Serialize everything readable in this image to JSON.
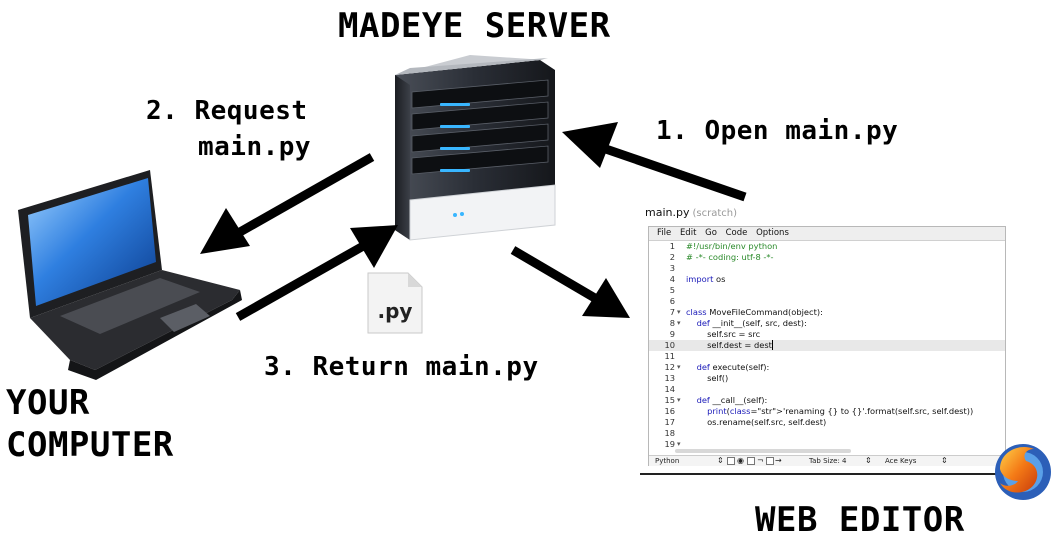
{
  "server": {
    "title": "MADEYE SERVER"
  },
  "arrows": {
    "request_line1": "2. Request",
    "request_line2": "main.py",
    "open": "1. Open main.py",
    "return": "3. Return main.py"
  },
  "file_icon": {
    "label": ".py"
  },
  "computer": {
    "line1": "YOUR",
    "line2": "COMPUTER"
  },
  "editor": {
    "caption": "WEB EDITOR",
    "filename": "main.py",
    "mode": "(scratch)",
    "menu": [
      "File",
      "Edit",
      "Go",
      "Code",
      "Options"
    ],
    "lines": [
      {
        "n": "1",
        "text": "#!/usr/bin/env python"
      },
      {
        "n": "2",
        "text": "# -*- coding: utf-8 -*-"
      },
      {
        "n": "3",
        "text": ""
      },
      {
        "n": "4",
        "text": "import os"
      },
      {
        "n": "5",
        "text": ""
      },
      {
        "n": "6",
        "text": ""
      },
      {
        "n": "7",
        "text": "class MoveFileCommand(object):",
        "fold": true
      },
      {
        "n": "8",
        "text": "    def __init__(self, src, dest):",
        "fold": true
      },
      {
        "n": "9",
        "text": "        self.src = src"
      },
      {
        "n": "10",
        "text": "        self.dest = dest",
        "active": true
      },
      {
        "n": "11",
        "text": ""
      },
      {
        "n": "12",
        "text": "    def execute(self):",
        "fold": true
      },
      {
        "n": "13",
        "text": "        self()"
      },
      {
        "n": "14",
        "text": ""
      },
      {
        "n": "15",
        "text": "    def __call__(self):",
        "fold": true
      },
      {
        "n": "16",
        "text": "        print('renaming {} to {}'.format(self.src, self.dest))"
      },
      {
        "n": "17",
        "text": "        os.rename(self.src, self.dest)"
      },
      {
        "n": "18",
        "text": ""
      },
      {
        "n": "19",
        "text": "",
        "fold": true
      }
    ],
    "status": {
      "language": "Python",
      "tab_size": "Tab Size: 4",
      "keys": "Ace Keys"
    }
  },
  "colors": {
    "server_body": "#2a2e36",
    "server_led": "#39b6ff",
    "laptop_screen": "#1a5fc0",
    "arrow": "#000000"
  }
}
